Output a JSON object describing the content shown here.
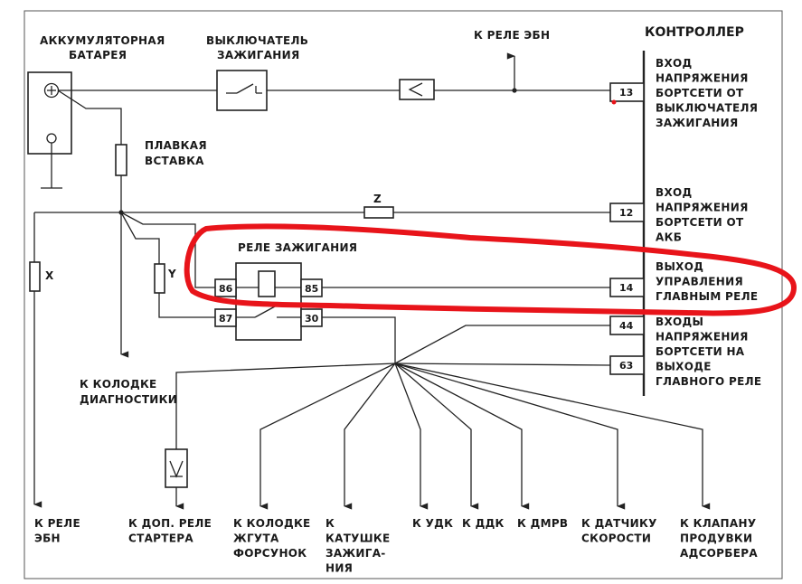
{
  "colors": {
    "line": "#222222",
    "highlight": "#e8141a",
    "background": "#ffffff"
  },
  "labels": {
    "battery": [
      "АККУМУЛЯТОРНАЯ",
      "БАТАРЕЯ"
    ],
    "ignition_switch": [
      "ВЫКЛЮЧАТЕЛЬ",
      "ЗАЖИГАНИЯ"
    ],
    "fuse_link": [
      "ПЛАВКАЯ",
      "ВСТАВКА"
    ],
    "relay_ebn_top": "К РЕЛЕ ЭБН",
    "controller": "КОНТРОЛЛЕР",
    "ignition_relay": "РЕЛЕ ЗАЖИГАНИЯ",
    "fuse_z": "Z",
    "fuse_x": "X",
    "fuse_y": "Y",
    "diag_block": [
      "К КОЛОДКЕ",
      "ДИАГНОСТИКИ"
    ]
  },
  "relay_pins": {
    "p86": "86",
    "p85": "85",
    "p87": "87",
    "p30": "30"
  },
  "controller_inputs": [
    {
      "pin": "13",
      "lines": [
        "ВХОД",
        "НАПРЯЖЕНИЯ",
        "БОРТСЕТИ ОТ",
        "ВЫКЛЮЧАТЕЛЯ",
        "ЗАЖИГАНИЯ"
      ]
    },
    {
      "pin": "12",
      "lines": [
        "ВХОД",
        "НАПРЯЖЕНИЯ",
        "БОРТСЕТИ ОТ",
        "АКБ"
      ]
    },
    {
      "pin": "14",
      "lines": [
        "ВЫХОД",
        "УПРАВЛЕНИЯ",
        "ГЛАВНЫМ РЕЛЕ"
      ]
    },
    {
      "pin": "44",
      "lines": [
        "ВХОДЫ",
        "НАПРЯЖЕНИЯ",
        "БОРТСЕТИ НА",
        "ВЫХОДЕ",
        "ГЛАВНОГО РЕЛЕ"
      ]
    },
    {
      "pin": "63",
      "lines": []
    }
  ],
  "bottom_targets": [
    {
      "lines": [
        "К РЕЛЕ",
        "ЭБН"
      ]
    },
    {
      "lines": [
        "К ДОП. РЕЛЕ",
        "СТАРТЕРА"
      ]
    },
    {
      "lines": [
        "К КОЛОДКЕ",
        "ЖГУТА",
        "ФОРСУНОК"
      ]
    },
    {
      "lines": [
        "К",
        "КАТУШКЕ",
        "ЗАЖИГА-",
        "НИЯ"
      ]
    },
    {
      "lines": [
        "К УДК"
      ]
    },
    {
      "lines": [
        "К ДДК"
      ]
    },
    {
      "lines": [
        "К ДМРВ"
      ]
    },
    {
      "lines": [
        "К ДАТЧИКУ",
        "СКОРОСТИ"
      ]
    },
    {
      "lines": [
        "К КЛАПАНУ",
        "ПРОДУВКИ",
        "АДСОРБЕРА"
      ]
    }
  ]
}
